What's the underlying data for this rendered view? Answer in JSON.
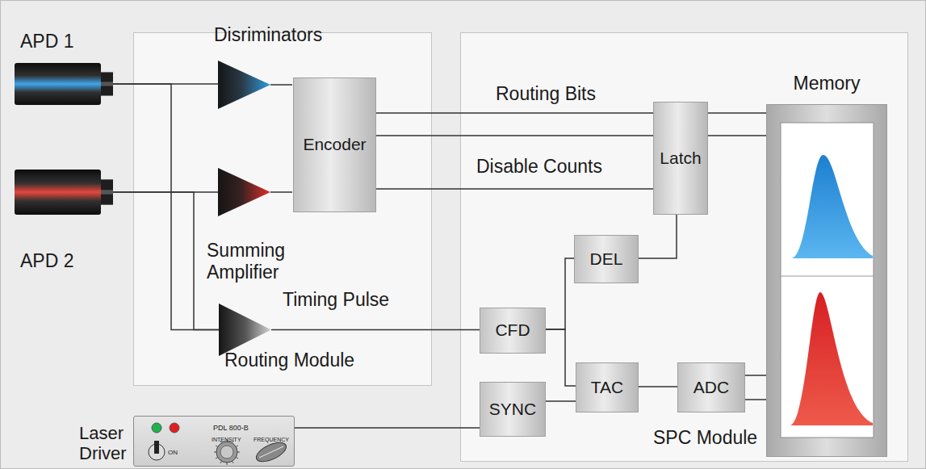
{
  "diagram": {
    "nodes": [
      {
        "text": [
          "APD 1"
        ]
      },
      {
        "text": [
          "APD 2"
        ]
      },
      {
        "text": [
          "Routing Module"
        ]
      },
      {
        "text": [
          "Encoder"
        ],
        "in": 2
      },
      {
        "text": [
          "Summing Amplifier"
        ],
        "in": 2
      },
      {
        "text": [
          "SPC Module"
        ]
      },
      {
        "text": [
          "Latch"
        ],
        "in": 5
      },
      {
        "text": [
          "Memory"
        ],
        "in": 5
      },
      {
        "text": [
          "DEL"
        ],
        "in": 5
      },
      {
        "text": [
          "CFD"
        ],
        "in": 5
      },
      {
        "text": [
          "TAC"
        ],
        "in": 5
      },
      {
        "text": [
          "ADC"
        ],
        "in": 5
      },
      {
        "text": [
          "SYNC"
        ],
        "in": 5
      },
      {
        "text": [
          "Laser Driver",
          "PDL 800-B",
          "ON",
          "INTENSITY",
          "FREQUENCY"
        ]
      }
    ],
    "edges": [
      {
        "from": 0,
        "to": 4,
        "arrow": "none"
      },
      {
        "from": 1,
        "to": 4,
        "arrow": "none"
      },
      {
        "from": 4,
        "to": 9,
        "label": "Timing Pulse",
        "arrow": "none"
      },
      {
        "from": 3,
        "to": 6,
        "label": "Routing Bits",
        "arrow": "none"
      },
      {
        "from": 3,
        "to": 6,
        "arrow": "none"
      },
      {
        "from": 3,
        "to": 6,
        "label": "Disable Counts",
        "arrow": "none"
      },
      {
        "from": 6,
        "to": 7,
        "arrow": "none"
      },
      {
        "from": 6,
        "to": 7,
        "arrow": "none"
      },
      {
        "from": 9,
        "to": 8,
        "arrow": "none"
      },
      {
        "from": 9,
        "to": 10,
        "arrow": "none"
      },
      {
        "from": 8,
        "to": 6,
        "arrow": "none"
      },
      {
        "from": 12,
        "to": 10,
        "arrow": "none"
      },
      {
        "from": 10,
        "to": 11,
        "arrow": "none"
      },
      {
        "from": 11,
        "to": 7,
        "arrow": "none"
      },
      {
        "from": 11,
        "to": 7,
        "arrow": "none"
      },
      {
        "from": 13,
        "to": 12,
        "arrow": "none"
      }
    ],
    "labels": [
      "Disriminators"
    ]
  }
}
